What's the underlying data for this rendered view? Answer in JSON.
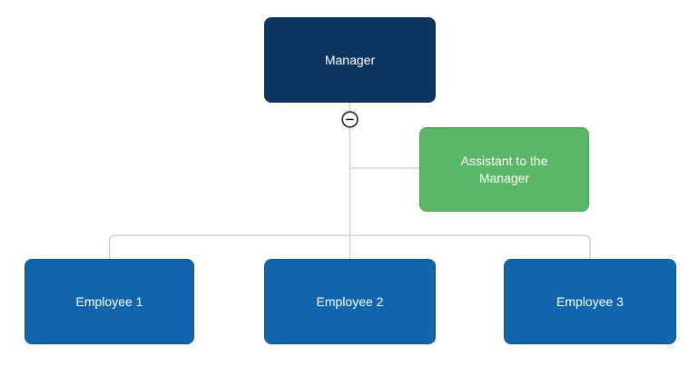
{
  "diagram": {
    "type": "org-chart",
    "background": "#ffffff",
    "connector_color": "#c9c9c9",
    "nodes": {
      "manager": {
        "label": "Manager",
        "fill": "#0c355f",
        "text_color": "#ffffff"
      },
      "assistant": {
        "label": "Assistant to the Manager",
        "fill": "#5bb768",
        "text_color": "#ffffff"
      },
      "employee1": {
        "label": "Employee 1",
        "fill": "#1065ac",
        "text_color": "#ffffff"
      },
      "employee2": {
        "label": "Employee 2",
        "fill": "#1065ac",
        "text_color": "#ffffff"
      },
      "employee3": {
        "label": "Employee 3",
        "fill": "#1065ac",
        "text_color": "#ffffff"
      }
    },
    "collapse_button": {
      "symbol": "minus",
      "fill": "#ffffff",
      "stroke": "#1a1a1a"
    }
  }
}
